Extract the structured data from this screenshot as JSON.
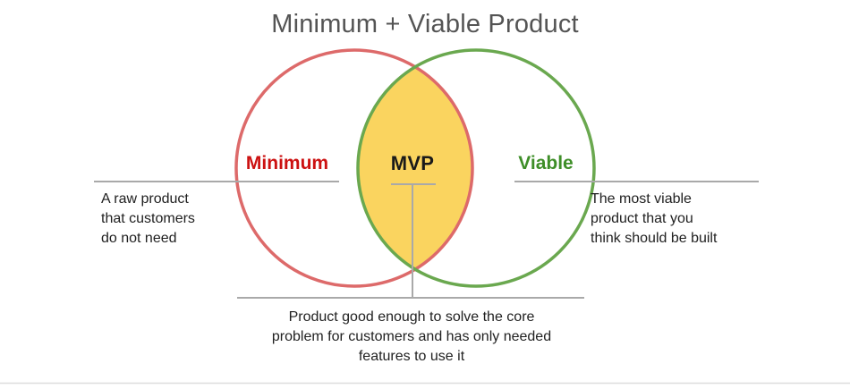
{
  "title": "Minimum + Viable Product",
  "diagram": {
    "left_circle": {
      "label": "Minimum",
      "stroke_color": "#DD6A6A",
      "label_color": "#CC1111",
      "annotation": "A raw product\nthat customers\ndo not need"
    },
    "right_circle": {
      "label": "Viable",
      "stroke_color": "#6AA84F",
      "label_color": "#3E8E28",
      "annotation": "The most viable\nproduct that you\nthink should be built"
    },
    "intersection": {
      "label": "MVP",
      "fill_color": "#FAD45F",
      "label_color": "#1A1A1A",
      "annotation": "Product good enough to solve the core\nproblem for customers and has only needed\nfeatures to use it"
    },
    "connector_color": "#A9A9A9",
    "bottom_divider_color": "#DEDEDE"
  }
}
